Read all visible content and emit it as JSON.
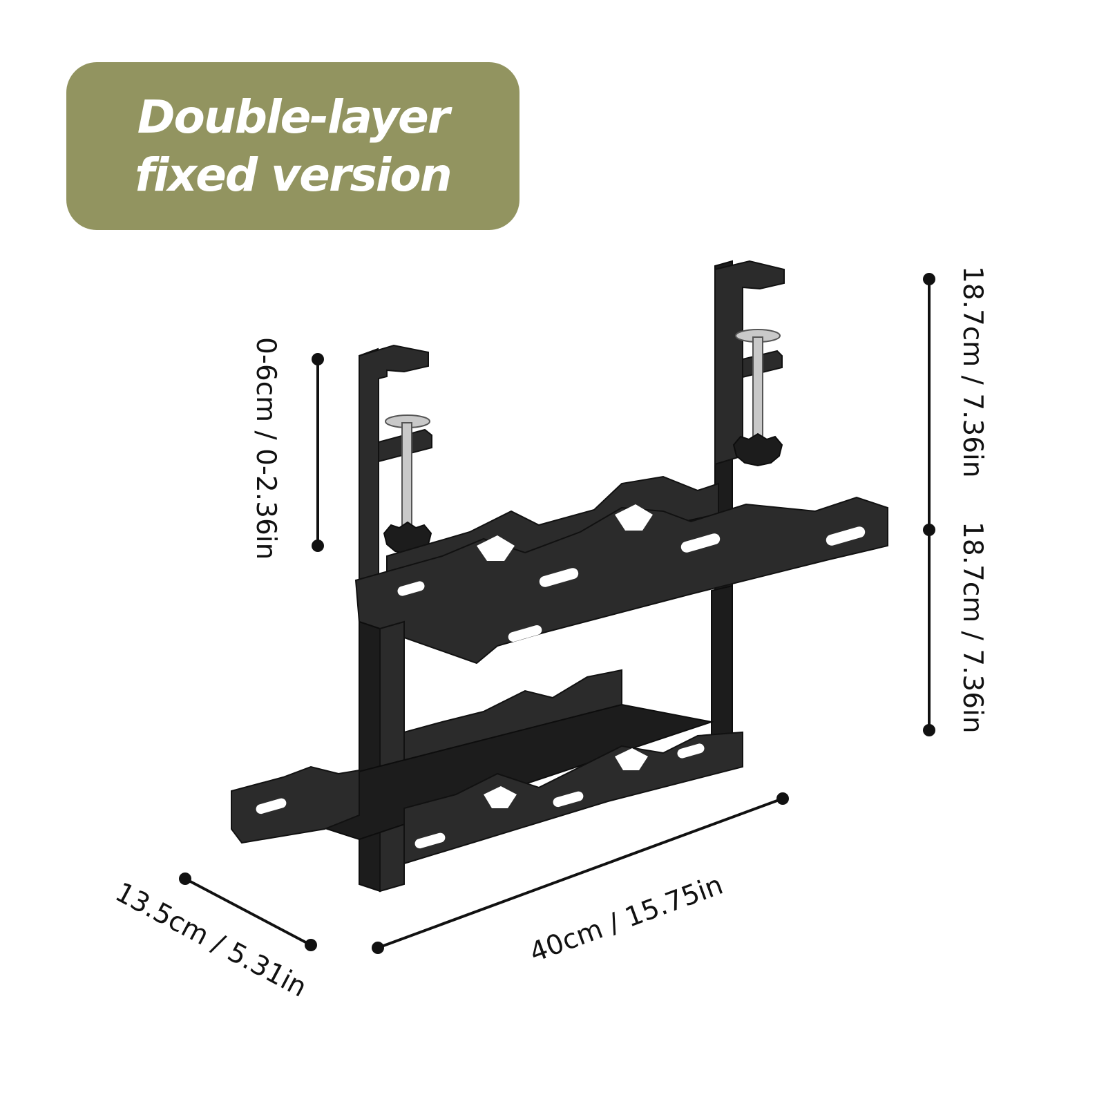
{
  "title": {
    "line1": "Double-layer",
    "line2": "fixed version"
  },
  "colors": {
    "badge_background": "#929460",
    "badge_text": "#ffffff",
    "product_metal": "#2b2b2b",
    "dimension_lines": "#111111"
  },
  "dimensions": {
    "clamp_range": "0-6cm / 0-2.36in",
    "top_height": "18.7cm / 7.36in",
    "bottom_height": "18.7cm / 7.36in",
    "length": "40cm / 15.75in",
    "depth": "13.5cm / 5.31in"
  },
  "product": {
    "illustration": "double-layer-cable-tray-rack"
  }
}
